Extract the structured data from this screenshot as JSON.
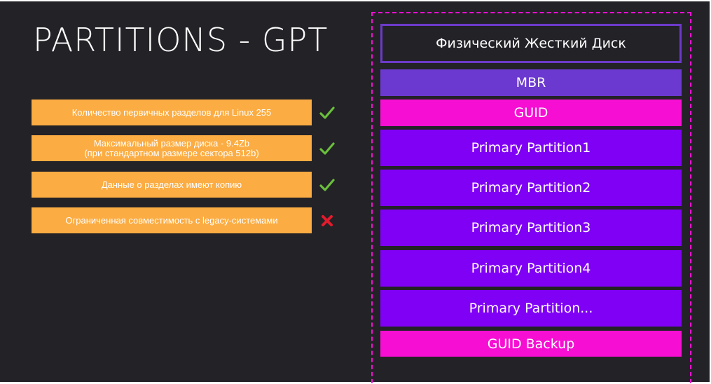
{
  "title": "PARTITIONS - GPT",
  "features": [
    {
      "text": "Количество первичных разделов для Linux 255",
      "mark": "check-icon"
    },
    {
      "text": "Максимальный размер диска - 9.4Zb\n(при стандартном размере сектора 512b)",
      "mark": "check-icon"
    },
    {
      "text": "Данные о разделах имеют копию",
      "mark": "check-icon"
    },
    {
      "text": "Ограниченная совместимость с legacy-системами",
      "mark": "cross-icon"
    }
  ],
  "disk": {
    "header": "Физический Жесткий Диск",
    "mbr": "MBR",
    "guid": "GUID",
    "partitions": [
      "Primary Partition1",
      "Primary Partition2",
      "Primary Partition3",
      "Primary Partition4",
      "Primary Partition..."
    ],
    "guid_backup": "GUID Backup"
  },
  "colors": {
    "background": "#232227",
    "feature_box": "#fbac42",
    "check": "#6abf3c",
    "cross": "#e21b2d",
    "mbr": "#6b39cf",
    "guid": "#f60fd3",
    "partition": "#8000f5",
    "frame": "#f70fd5"
  }
}
